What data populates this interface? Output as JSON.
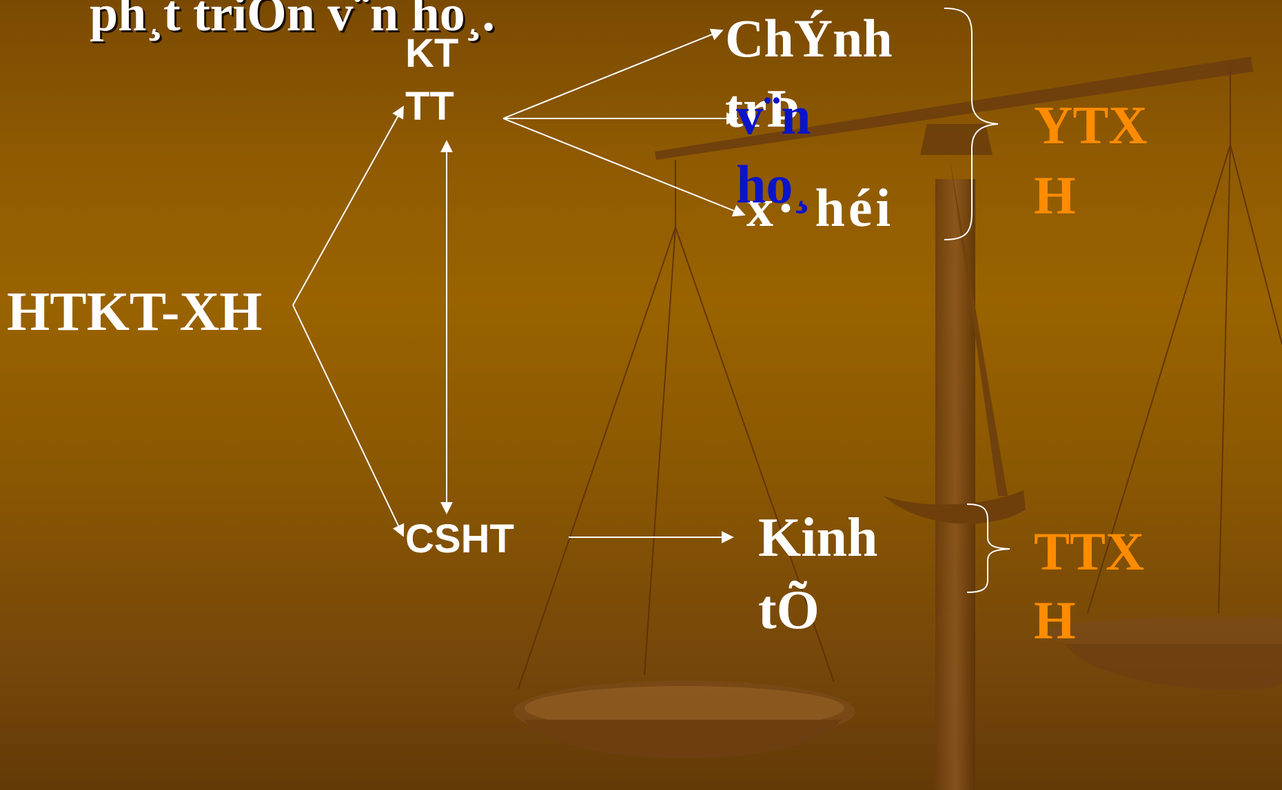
{
  "slide": {
    "title_fragment": "ph¸t triÓn v¨n ho¸.",
    "root_node": "HTKT-XH",
    "node_kt_line1": "KT",
    "node_kt_line2": "TT",
    "node_csht": "CSHT",
    "target_chinh_tri_line1": "ChÝnh",
    "target_chinh_tri_line2": "trÞ",
    "target_van_hoa_line1": "v¨n",
    "target_van_hoa_line2": "ho¸",
    "target_xa_hoi": "x· héi",
    "target_kinh_te_line1": "Kinh",
    "target_kinh_te_line2": "tÕ",
    "group_upper_line1": "YTX",
    "group_upper_line2": "H",
    "group_lower_line1": "TTX",
    "group_lower_line2": "H"
  },
  "colors": {
    "background_top": "#7a4a02",
    "background_mid": "#9a6300",
    "text_primary": "#ffffff",
    "accent_orange": "#ff8c00",
    "accent_blue": "#0a14c8"
  }
}
